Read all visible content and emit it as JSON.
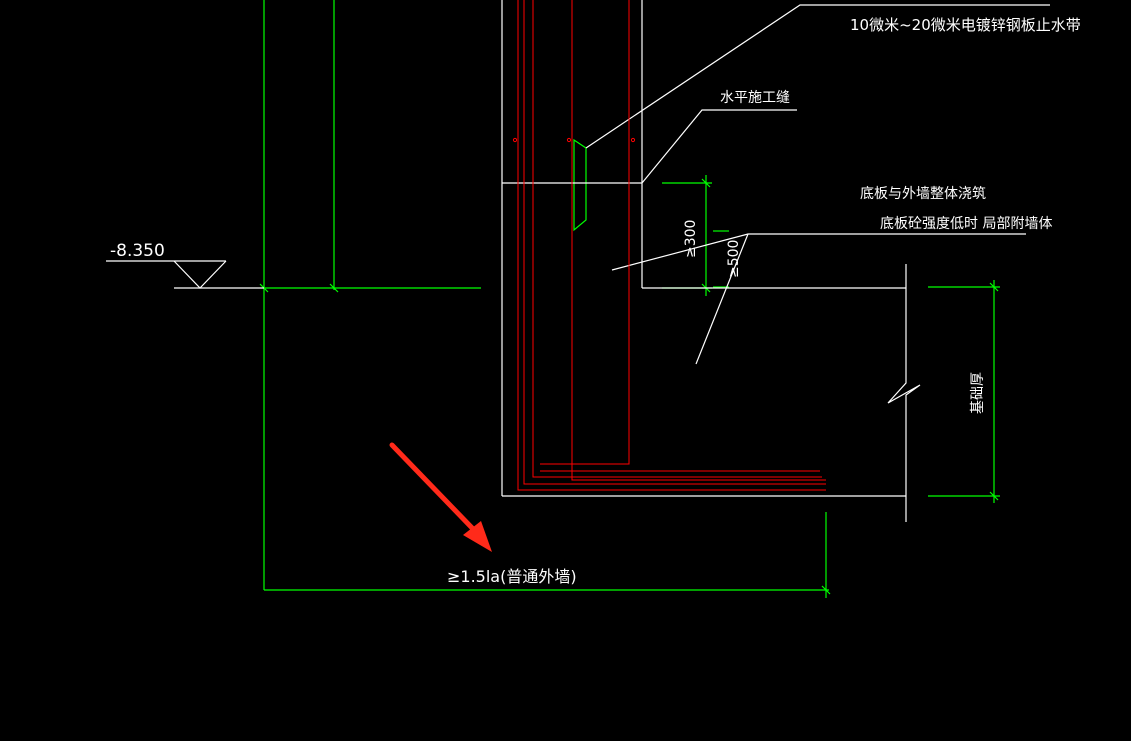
{
  "colors": {
    "background": "#000000",
    "dimension": "#00ff00",
    "outline": "#ffffff",
    "rebar": "#ff0000",
    "annotation": "#ffffff",
    "arrow": "#ff2a1a"
  },
  "annotations": {
    "waterstop": "10微米~20微米电镀锌钢板止水带",
    "construction_joint": "水平施工缝",
    "pour_together": "底板与外墙整体浇筑",
    "strength_low": "底板砼强度低时 局部附墙体",
    "anchorage": "≥1.5la(普通外墙)"
  },
  "dimensions": {
    "elevation": "-8.350",
    "min_300": "≥300",
    "min_500": "≥500",
    "slab_thickness": "基础厚"
  },
  "arrow": {
    "icon": "red-arrow-icon"
  }
}
